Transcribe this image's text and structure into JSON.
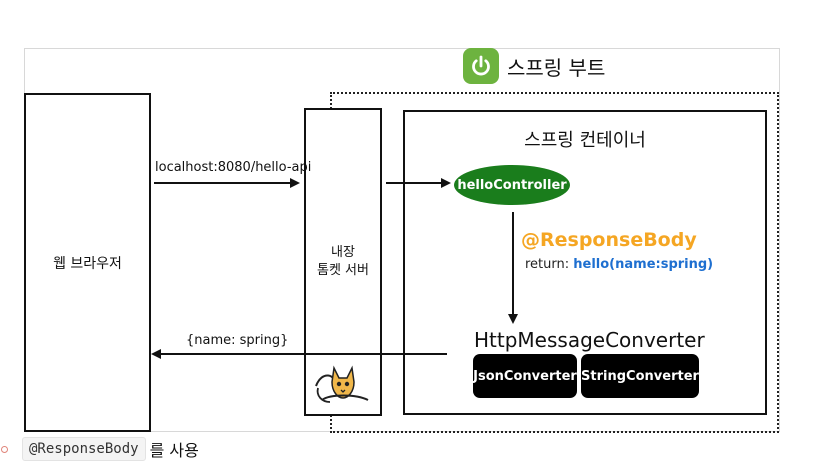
{
  "diagram": {
    "spring_boot_title": "스프링 부트",
    "web_browser": "웹 브라우저",
    "tomcat_lines": [
      "내장",
      "톰켓 서버"
    ],
    "container_title": "스프링 컨테이너",
    "controller": "helloController",
    "annotation": "@ResponseBody",
    "return_prefix": "return: ",
    "return_value": "hello(name:spring)",
    "converter": "HttpMessageConverter",
    "json_converter": "JsonConverter",
    "string_converter": "StringConverter",
    "request_label": "localhost:8080/hello-api",
    "response_label": "{name: spring}"
  },
  "footer": {
    "code": "@ResponseBody",
    "text": "를 사용"
  }
}
